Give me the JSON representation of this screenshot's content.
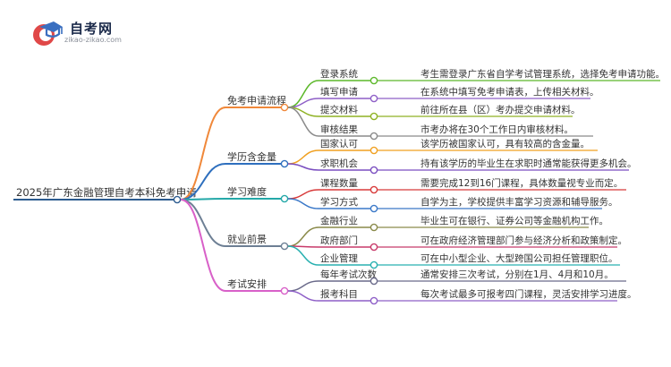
{
  "brand": {
    "name": "自考网",
    "domain": "zikao-zikao.com"
  },
  "root": {
    "label": "2025年广东金融管理自考本科免考申请",
    "color": "#2c5b8f"
  },
  "branches": [
    {
      "label": "免考申请流程",
      "color": "#f0883a",
      "children": [
        {
          "label": "登录系统",
          "color": "#5cb82a",
          "desc": "考生需登录广东省自学考试管理系统，选择免考申请功能。"
        },
        {
          "label": "填写申请",
          "color": "#8e5fc7",
          "desc": "在系统中填写免考申请表，上传相关材料。"
        },
        {
          "label": "提交材料",
          "color": "#8fb224",
          "desc": "前往所在县（区）考办提交申请材料。"
        },
        {
          "label": "审核结果",
          "color": "#8a8a8a",
          "desc": "市考办将在30个工作日内审核材料。"
        }
      ]
    },
    {
      "label": "学历含金量",
      "color": "#2e6fbe",
      "children": [
        {
          "label": "国家认可",
          "color": "#f0a020",
          "desc": "该学历被国家认可，具有较高的含金量。"
        },
        {
          "label": "求职机会",
          "color": "#7a4ec0",
          "desc": "持有该学历的毕业生在求职时通常能获得更多机会。"
        }
      ]
    },
    {
      "label": "学习难度",
      "color": "#24a8a8",
      "children": [
        {
          "label": "课程数量",
          "color": "#d83a3a",
          "desc": "需要完成12到16门课程，具体数量视专业而定。"
        },
        {
          "label": "学习方式",
          "color": "#3a78c8",
          "desc": "自学为主，学校提供丰富学习资源和辅导服务。"
        }
      ]
    },
    {
      "label": "就业前景",
      "color": "#6d7f94",
      "children": [
        {
          "label": "金融行业",
          "color": "#8a8a4a",
          "desc": "毕业生可在银行、证券公司等金融机构工作。"
        },
        {
          "label": "政府部门",
          "color": "#c83a6a",
          "desc": "可在政府经济管理部门参与经济分析和政策制定。"
        },
        {
          "label": "企业管理",
          "color": "#28b0b0",
          "desc": "可在中小型企业、大型跨国公司担任管理职位。"
        }
      ]
    },
    {
      "label": "考试安排",
      "color": "#d860c8",
      "children": [
        {
          "label": "每年考试次数",
          "color": "#6a6a8a",
          "desc": "通常安排三次考试，分别在1月、4月和10月。"
        },
        {
          "label": "报考科目",
          "color": "#8e5fc7",
          "desc": "每次考试最多可报考四门课程，灵活安排学习进度。"
        }
      ]
    }
  ]
}
